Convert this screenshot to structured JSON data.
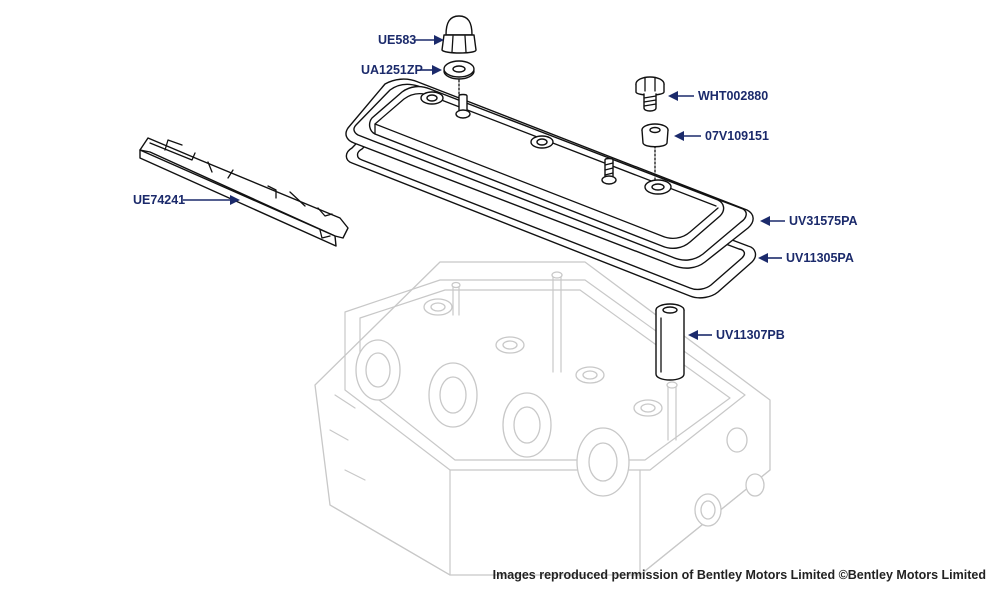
{
  "diagram": {
    "parts": [
      {
        "id": "UE583",
        "label": "UE583",
        "description": "dome nut"
      },
      {
        "id": "UA1251ZP",
        "label": "UA1251ZP",
        "description": "washer"
      },
      {
        "id": "WHT002880",
        "label": "WHT002880",
        "description": "bolt"
      },
      {
        "id": "07V109151",
        "label": "07V109151",
        "description": "grommet"
      },
      {
        "id": "UE74241",
        "label": "UE74241",
        "description": "bracket"
      },
      {
        "id": "UV31575PA",
        "label": "UV31575PA",
        "description": "rocker cover"
      },
      {
        "id": "UV11305PA",
        "label": "UV11305PA",
        "description": "gasket"
      },
      {
        "id": "UV11307PB",
        "label": "UV11307PB",
        "description": "spacer tube"
      }
    ]
  },
  "footer": {
    "credit": "Images reproduced permission of Bentley Motors Limited ©Bentley Motors Limited"
  },
  "colors": {
    "label": "#1b2a6b",
    "ink": "#111111",
    "ghost": "#c8c8c8",
    "background": "#ffffff"
  }
}
